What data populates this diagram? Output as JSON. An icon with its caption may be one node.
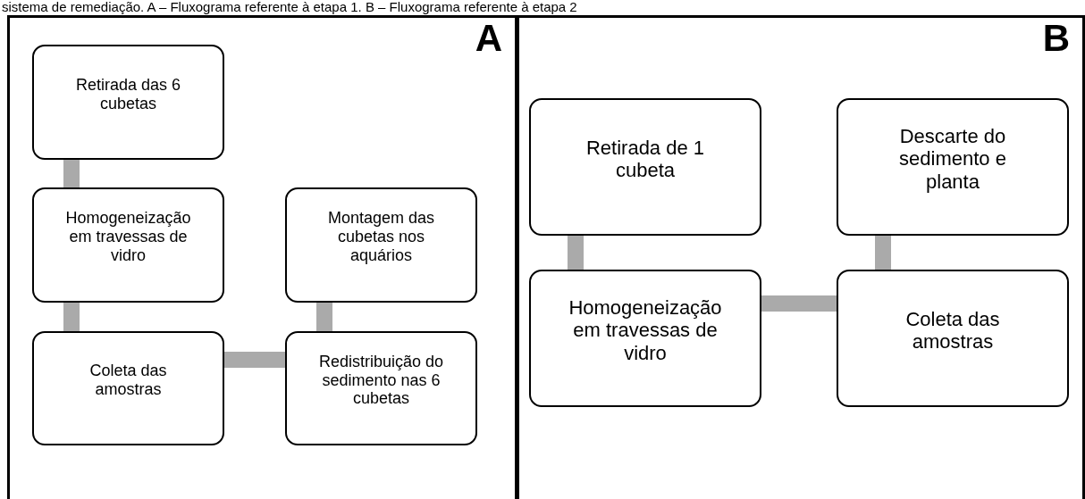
{
  "diagram": {
    "caption": "sistema de remediação. A – Fluxograma referente à etapa 1. B – Fluxograma referente à etapa 2",
    "nodes": [
      {
        "text": [
          "A"
        ]
      },
      {
        "text": [
          "Retirada das 6 cubetas"
        ],
        "in": 0
      },
      {
        "text": [
          "Homogeneização em travessas de vidro"
        ],
        "in": 0
      },
      {
        "text": [
          "Montagem das cubetas nos aquários"
        ],
        "in": 0
      },
      {
        "text": [
          "Coleta das amostras"
        ],
        "in": 0
      },
      {
        "text": [
          "Redistribuição do sedimento nas 6 cubetas"
        ],
        "in": 0
      },
      {
        "text": [
          "B"
        ]
      },
      {
        "text": [
          "Retirada de 1 cubeta"
        ],
        "in": 6
      },
      {
        "text": [
          "Descarte do sedimento e planta"
        ],
        "in": 6
      },
      {
        "text": [
          "Homogeneização em travessas de vidro"
        ],
        "in": 6
      },
      {
        "text": [
          "Coleta das amostras"
        ],
        "in": 6
      }
    ],
    "edges": [
      {
        "from": 1,
        "to": 2,
        "arrow": "none"
      },
      {
        "from": 2,
        "to": 4,
        "arrow": "none"
      },
      {
        "from": 4,
        "to": 5,
        "arrow": "none"
      },
      {
        "from": 5,
        "to": 3,
        "arrow": "none"
      },
      {
        "from": 7,
        "to": 9,
        "arrow": "none"
      },
      {
        "from": 9,
        "to": 10,
        "arrow": "none"
      },
      {
        "from": 10,
        "to": 8,
        "arrow": "none"
      }
    ]
  }
}
